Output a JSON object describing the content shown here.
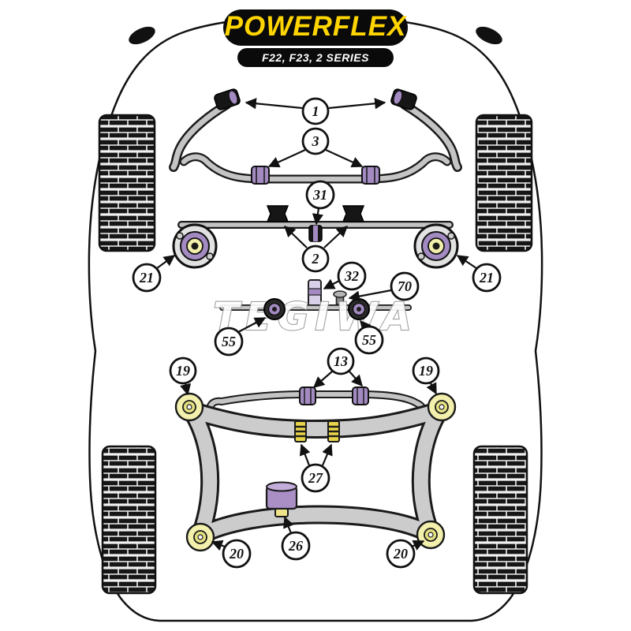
{
  "brand": {
    "logo": "POWERFLEX",
    "model": "F22, F23, 2 SERIES"
  },
  "watermark": "TEGIWA",
  "callouts": {
    "c1": "1",
    "c2": "2",
    "c3": "3",
    "c13": "13",
    "c19L": "19",
    "c19R": "19",
    "c20L": "20",
    "c20R": "20",
    "c21L": "21",
    "c21R": "21",
    "c26": "26",
    "c27": "27",
    "c31": "31",
    "c32": "32",
    "c55L": "55",
    "c55R": "55",
    "c70": "70"
  },
  "colors": {
    "brand_yellow": "#FFD500",
    "bush_purple": "#A38BC2",
    "bush_yellow": "#F2F0AC",
    "metal_gray": "#C9C9C9",
    "outline_black": "#111111"
  }
}
